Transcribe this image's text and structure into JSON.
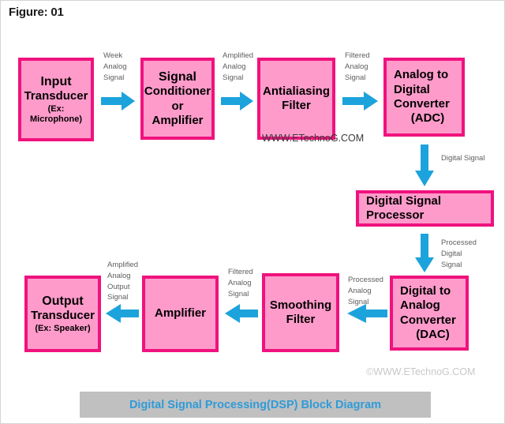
{
  "figure": {
    "label": "Figure: 01"
  },
  "caption": {
    "text": "Digital Signal Processing(DSP) Block Diagram"
  },
  "watermarks": {
    "inline": "WWW.ETechnoG.COM",
    "corner": "©WWW.ETechnoG.COM"
  },
  "colors": {
    "block_fill": "#FF9BCB",
    "block_border": "#F0127E",
    "arrow": "#1CA3DC",
    "caption_bar": "#C0C0C0",
    "caption_text": "#2F9BD8",
    "label_text": "#5E5E5E",
    "canvas": "#FFFFFF"
  },
  "blocks": [
    {
      "id": "input-transducer",
      "lines": [
        "Input",
        "Transducer",
        "(Ex: Microphone)"
      ],
      "sizes": [
        "big",
        "mid",
        "sml"
      ],
      "align": "center"
    },
    {
      "id": "signal-conditioner",
      "lines": [
        "Signal",
        "Conditioner",
        "or",
        "Amplifier"
      ],
      "sizes": [
        "big",
        "mid",
        "mid",
        "mid"
      ],
      "align": "center"
    },
    {
      "id": "antialiasing-filter",
      "lines": [
        "Antialiasing",
        "Filter"
      ],
      "sizes": [
        "mid",
        "mid"
      ],
      "align": "center"
    },
    {
      "id": "adc",
      "lines": [
        "Analog to",
        "Digital",
        "Converter",
        "(ADC)"
      ],
      "sizes": [
        "mid",
        "mid",
        "mid",
        "mid"
      ],
      "align": "left"
    },
    {
      "id": "dsp",
      "lines": [
        "Digital Signal Processor"
      ],
      "sizes": [
        "mid"
      ],
      "align": "left"
    },
    {
      "id": "dac",
      "lines": [
        "Digital to",
        "Analog",
        "Converter",
        "(DAC)"
      ],
      "sizes": [
        "mid",
        "mid",
        "mid",
        "mid"
      ],
      "align": "left"
    },
    {
      "id": "smoothing-filter",
      "lines": [
        "Smoothing",
        "Filter"
      ],
      "sizes": [
        "mid",
        "mid"
      ],
      "align": "center"
    },
    {
      "id": "amplifier",
      "lines": [
        "Amplifier"
      ],
      "sizes": [
        "mid"
      ],
      "align": "center"
    },
    {
      "id": "output-transducer",
      "lines": [
        "Output",
        "Transducer",
        "(Ex: Speaker)"
      ],
      "sizes": [
        "big",
        "mid",
        "sml"
      ],
      "align": "center"
    }
  ],
  "edge_labels": [
    {
      "id": "week-analog-signal",
      "lines": [
        "Week",
        "Analog",
        "Signal"
      ]
    },
    {
      "id": "amplified-analog-signal",
      "lines": [
        "Amplified",
        "Analog",
        "Signal"
      ]
    },
    {
      "id": "filtered-analog-signal-top",
      "lines": [
        "Filtered",
        "Analog",
        "Signal"
      ]
    },
    {
      "id": "digital-signal",
      "lines": [
        "Digital Signal"
      ]
    },
    {
      "id": "processed-digital-signal",
      "lines": [
        "Processed",
        "Digital",
        "Signal"
      ]
    },
    {
      "id": "processed-analog-signal",
      "lines": [
        "Processed",
        "Analog",
        "Signal"
      ]
    },
    {
      "id": "filtered-analog-signal-bottom",
      "lines": [
        "Filtered",
        "Analog",
        "Signal"
      ]
    },
    {
      "id": "amplified-analog-output-signal",
      "lines": [
        "Amplified",
        "Analog",
        "Output",
        "Signal"
      ]
    }
  ],
  "arrows": [
    {
      "id": "arrow-input-to-conditioner",
      "direction": "right"
    },
    {
      "id": "arrow-conditioner-to-filter",
      "direction": "right"
    },
    {
      "id": "arrow-filter-to-adc",
      "direction": "right"
    },
    {
      "id": "arrow-adc-to-dsp",
      "direction": "down"
    },
    {
      "id": "arrow-dsp-to-dac",
      "direction": "down"
    },
    {
      "id": "arrow-dac-to-smoothing",
      "direction": "left"
    },
    {
      "id": "arrow-smoothing-to-amplifier",
      "direction": "left"
    },
    {
      "id": "arrow-amplifier-to-output",
      "direction": "left"
    }
  ]
}
